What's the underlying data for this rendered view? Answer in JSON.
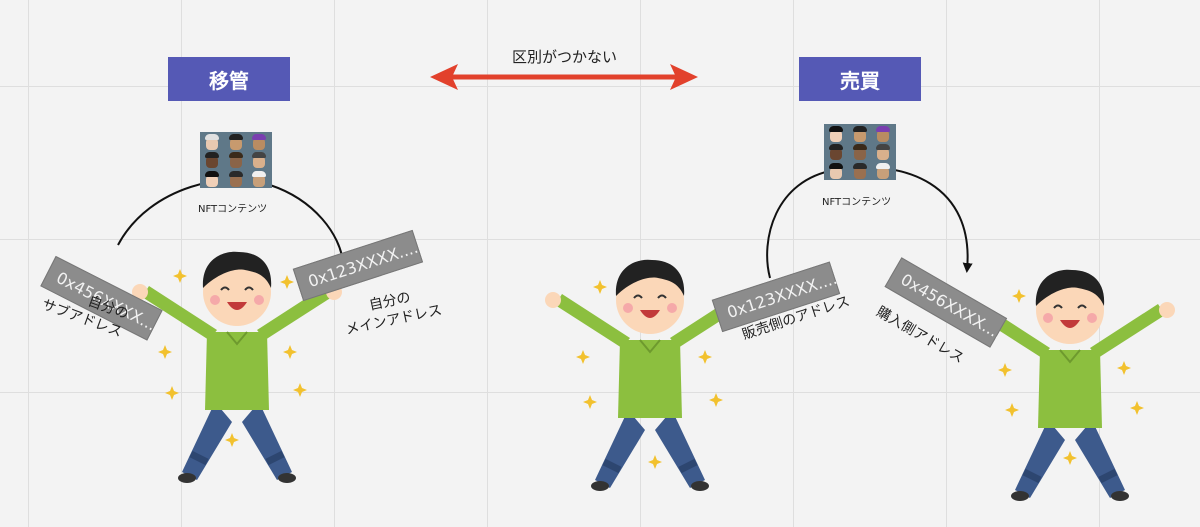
{
  "headers": {
    "left": "移管",
    "right": "売買"
  },
  "center_label": "区別がつかない",
  "left": {
    "nft_label": "NFTコンテンツ",
    "sub_address": "0x456XXXX....",
    "main_address": "0x123XXXX....",
    "sub_label": "自分の\nサブアドレス",
    "main_label": "自分の\nメインアドレス"
  },
  "right": {
    "nft_label": "NFTコンテンツ",
    "seller_address": "0x123XXXX....",
    "buyer_address": "0x456XXXX....",
    "seller_label": "販売側のアドレス",
    "buyer_label": "購入側アドレス"
  },
  "colors": {
    "header_bg": "#5559b5",
    "arrow": "#e2412c",
    "address_bg": "#8c8c8c",
    "shirt": "#8cbf3f",
    "pants": "#3d5a8c"
  }
}
